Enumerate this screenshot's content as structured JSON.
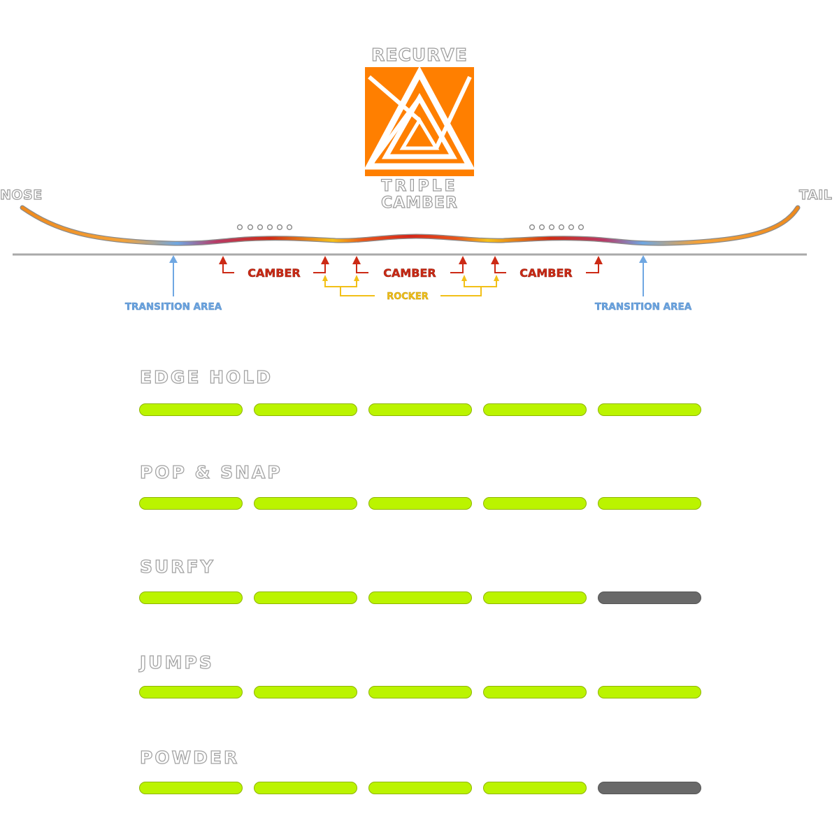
{
  "logo": {
    "top_word": "RECURVE",
    "bottom_word_1": "TRIPLE",
    "bottom_word_2": "CAMBER",
    "accent_color": "#ff7f00"
  },
  "profile": {
    "nose_label": "NOSE",
    "tail_label": "TAIL",
    "camber_label": "CAMBER",
    "rocker_label": "ROCKER",
    "transition_label": "TRANSITION AREA",
    "camber_color": "#cc2a15",
    "rocker_color": "#f2c018",
    "transition_color": "#6fa7e2"
  },
  "ratings": [
    {
      "label": "EDGE HOLD",
      "score": 5,
      "max": 5
    },
    {
      "label": "POP & SNAP",
      "score": 5,
      "max": 5
    },
    {
      "label": "SURFY",
      "score": 4,
      "max": 5
    },
    {
      "label": "JUMPS",
      "score": 5,
      "max": 5
    },
    {
      "label": "POWDER",
      "score": 4,
      "max": 5
    }
  ],
  "colors": {
    "bar_on": "#bbf400",
    "bar_off": "#696969"
  }
}
